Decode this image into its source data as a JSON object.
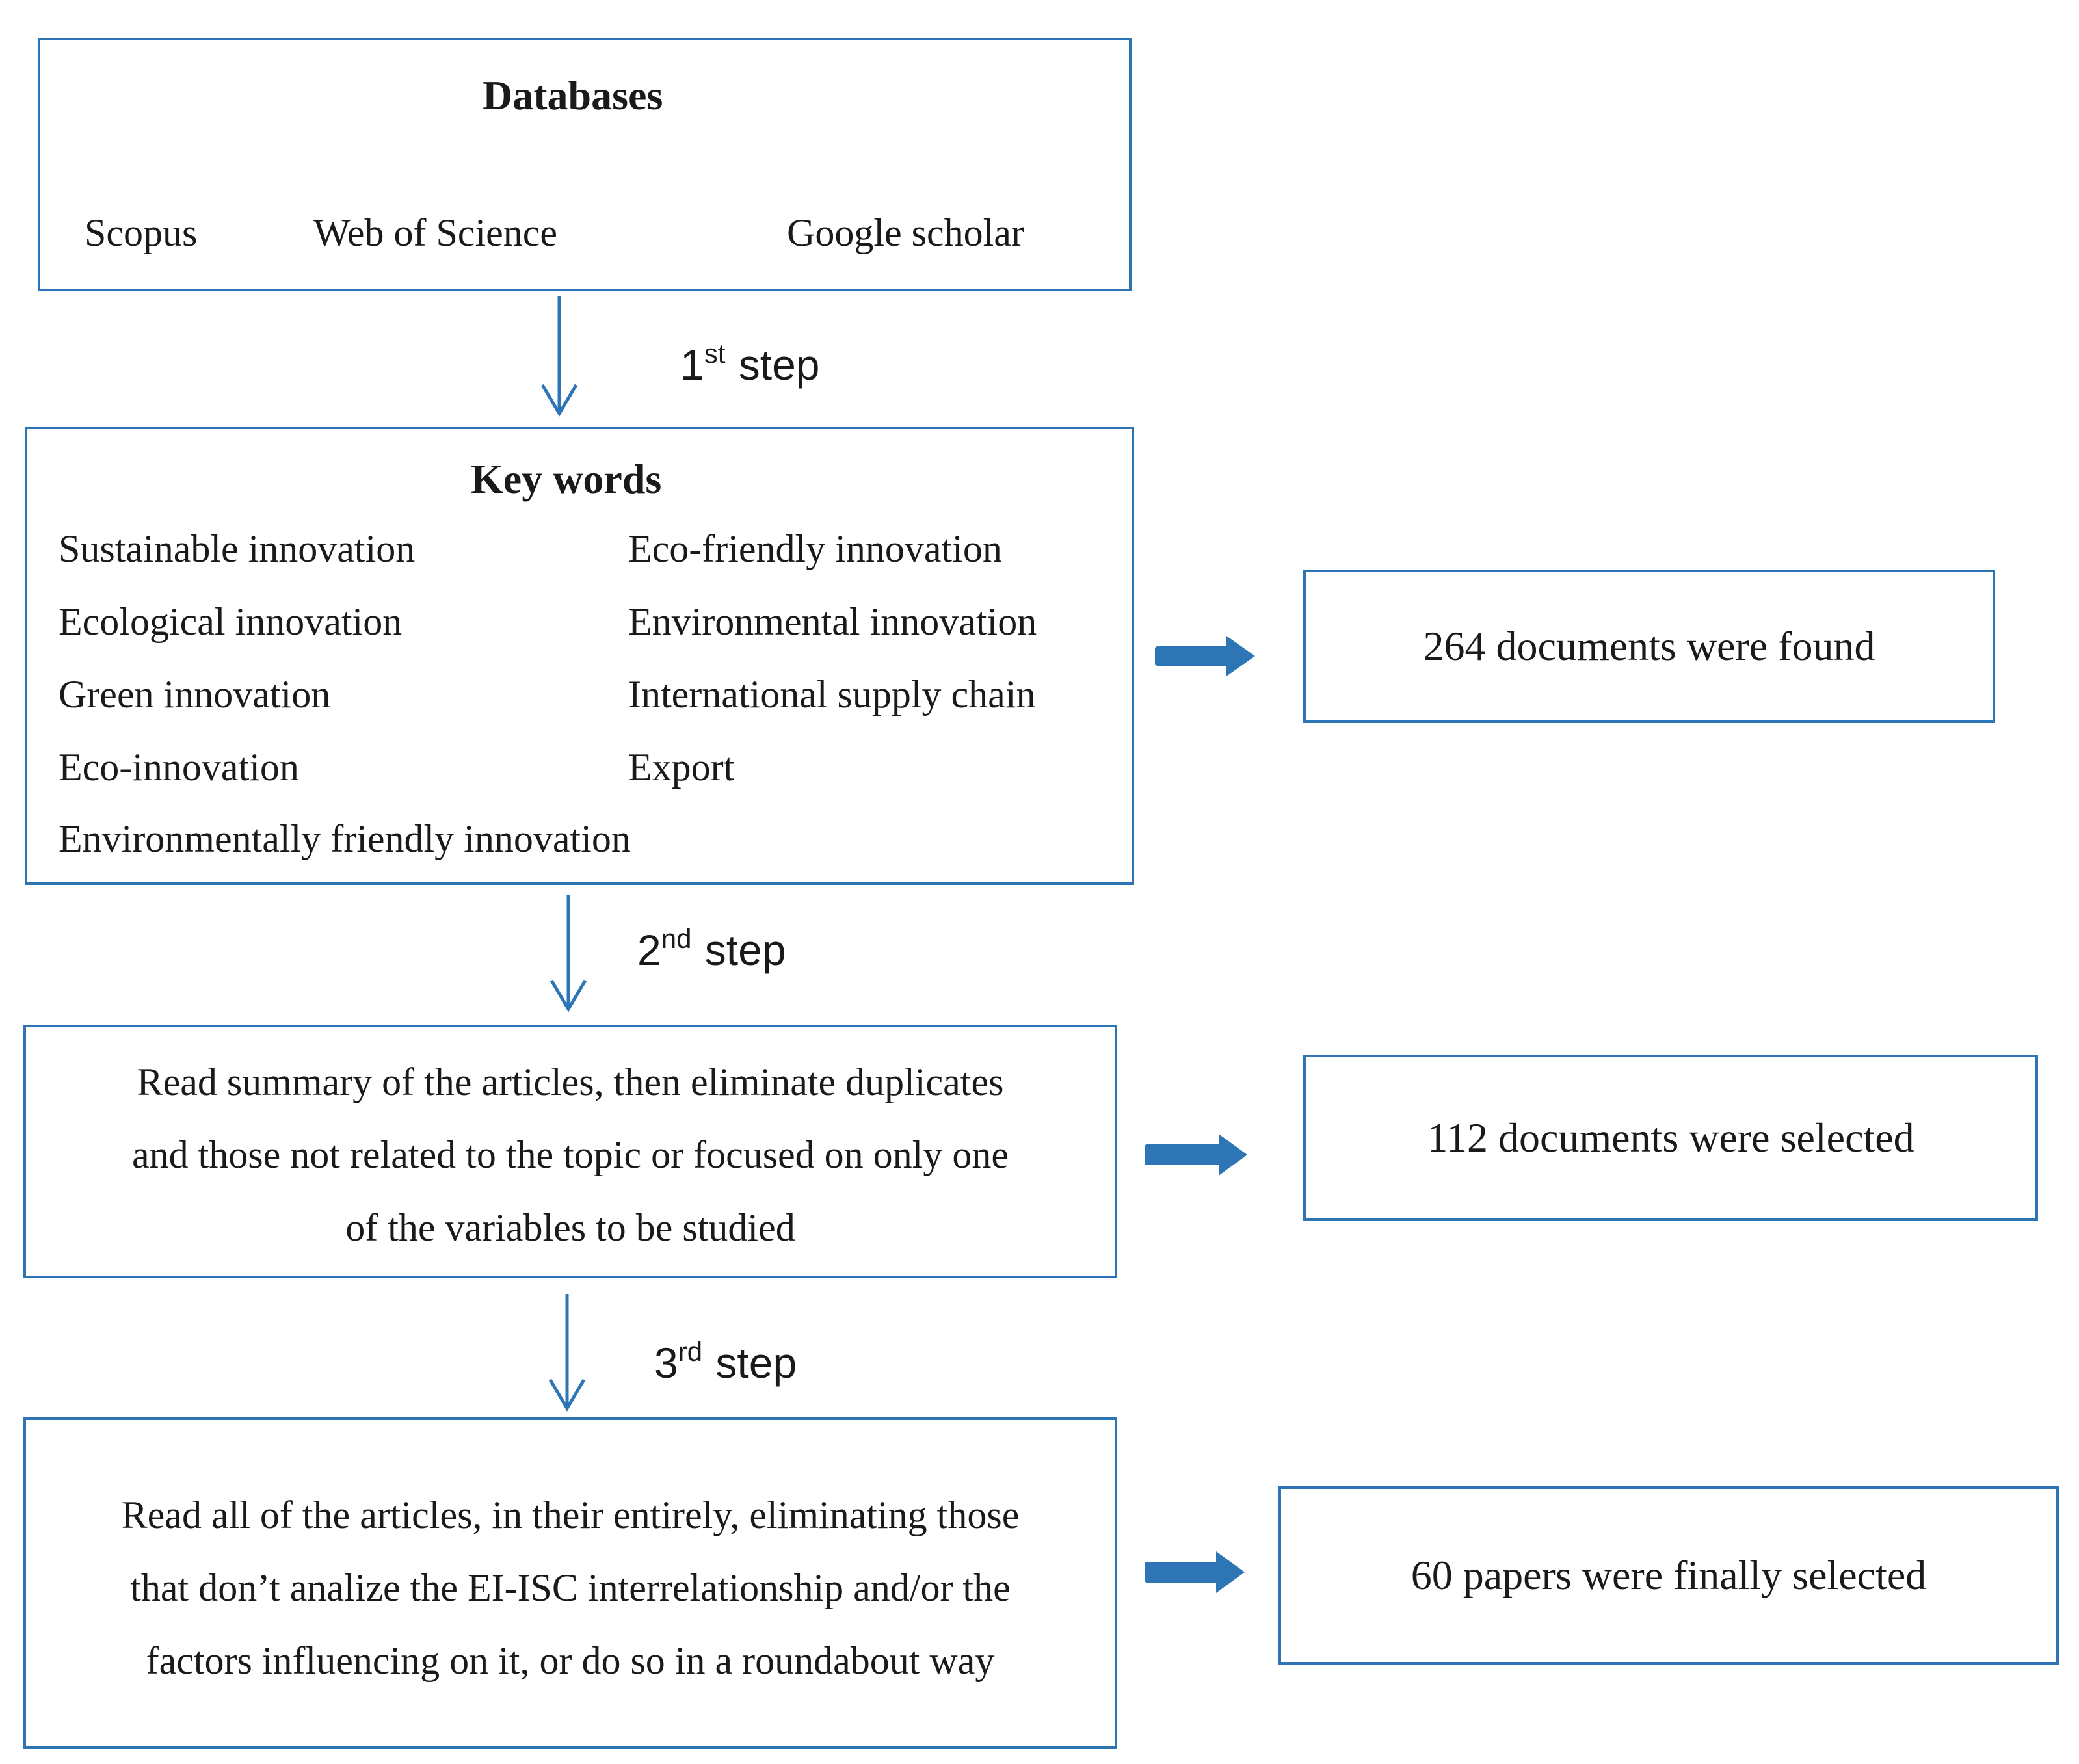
{
  "databases": {
    "title": "Databases",
    "items": [
      "Scopus",
      "Web of Science",
      "Google scholar"
    ]
  },
  "steps": [
    {
      "num": "1",
      "suffix": "st",
      "label": "step"
    },
    {
      "num": "2",
      "suffix": "nd",
      "label": "step"
    },
    {
      "num": "3",
      "suffix": "rd",
      "label": "step"
    }
  ],
  "keywords": {
    "title": "Key words",
    "left": [
      "Sustainable innovation",
      "Ecological innovation",
      "Green innovation",
      "Eco-innovation",
      "Environmentally friendly innovation"
    ],
    "right": [
      "Eco-friendly innovation",
      "Environmental innovation",
      "International supply chain",
      "Export"
    ]
  },
  "screening": {
    "lines": [
      "Read summary of the articles, then eliminate duplicates",
      "and those not related to the topic or focused on only one",
      "of the variables to be studied"
    ]
  },
  "fulltext": {
    "lines": [
      "Read all of the articles, in their entirely, eliminating those",
      "that don’t analize the EI-ISC interrelationship and/or the",
      "factors influencing on it, or do so in a roundabout way"
    ]
  },
  "results": [
    "264 documents were found",
    "112 documents were selected",
    "60 papers were finally selected"
  ],
  "colors": {
    "border": "#2e75b6",
    "arrow": "#2e75b6"
  }
}
